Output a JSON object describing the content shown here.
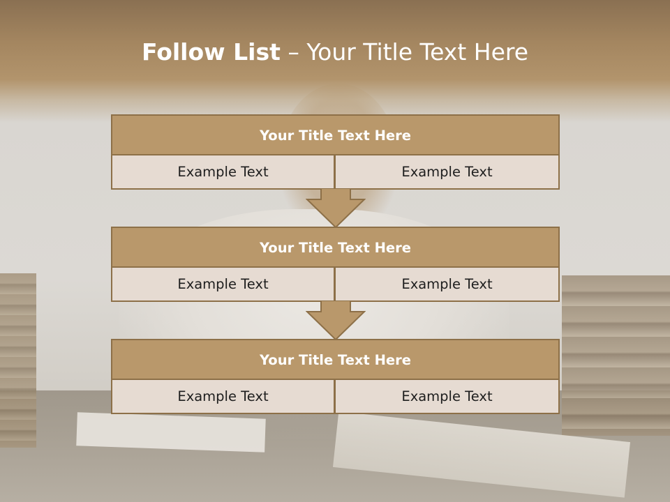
{
  "slide": {
    "title_bold": "Follow List",
    "title_rest": " – Your Title Text Here",
    "colors": {
      "header": "#a48660",
      "box_title_fill": "#b9986b",
      "box_border": "#8d7048",
      "cell_fill": "#e6dbd2"
    }
  },
  "steps": [
    {
      "title": "Your Title Text Here",
      "left_text": "Example Text",
      "right_text": "Example Text"
    },
    {
      "title": "Your Title Text Here",
      "left_text": "Example Text",
      "right_text": "Example Text"
    },
    {
      "title": "Your Title Text Here",
      "left_text": "Example Text",
      "right_text": "Example Text"
    }
  ],
  "connectors": [
    {
      "icon": "down-arrow-icon"
    },
    {
      "icon": "down-arrow-icon"
    }
  ]
}
